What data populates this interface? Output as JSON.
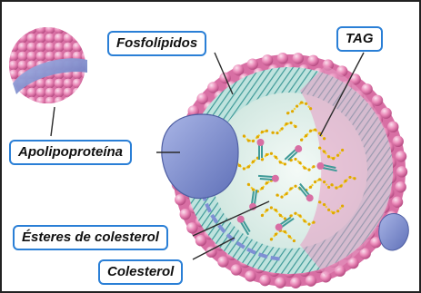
{
  "labels": {
    "fosfolipidos": "Fosfolípidos",
    "tag": "TAG",
    "apolipoproteina": "Apolipoproteína",
    "esteres": "Ésteres de colesterol",
    "colesterol": "Colesterol"
  },
  "colors": {
    "label_border": "#2a7fd6",
    "phospholipid_head": "#e986b6",
    "apolipoprotein": "#7f90d4",
    "phospholipid_tail": "#5fb4b0",
    "triglyceride_chain": "#f2cf2a",
    "core_background": "#dff0ea"
  }
}
